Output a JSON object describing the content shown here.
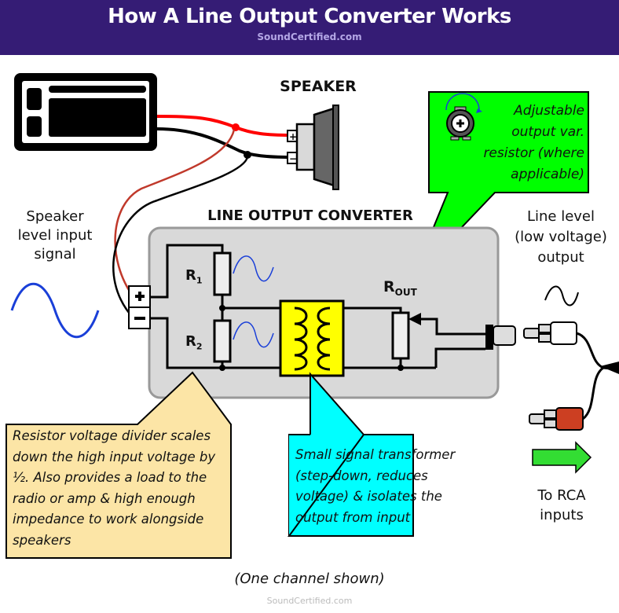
{
  "header": {
    "title": "How A Line Output Converter Works",
    "subtitle": "SoundCertified.com"
  },
  "labels": {
    "speaker": "SPEAKER",
    "converter": "LINE OUTPUT CONVERTER",
    "input_signal": [
      "Speaker",
      "level input",
      "signal"
    ],
    "output_signal": [
      "Line level",
      "(low voltage)",
      "output"
    ],
    "to_rca": [
      "To RCA",
      "inputs"
    ],
    "r1": "R",
    "r1_sub": "1",
    "r2": "R",
    "r2_sub": "2",
    "rout": "R",
    "rout_sub": "OUT",
    "plus": "+",
    "minus": "−"
  },
  "callouts": {
    "pot": [
      "Adjustable",
      "output var.",
      "resistor (where",
      "applicable)"
    ],
    "divider": [
      "Resistor voltage divider scales",
      "down the high input voltage by",
      "½. Also provides a load to the",
      "radio or amp & high enough",
      "impedance to work alongside",
      "speakers"
    ],
    "transformer": [
      "Small signal transformer",
      "(step-down, reduces",
      "voltage) & isolates the",
      "output from input"
    ]
  },
  "colors": {
    "header_bg": "#351c75",
    "pot_callout": "#00ff00",
    "divider_callout": "#fce5a6",
    "transformer_callout": "#00ffff",
    "transformer": "#ffff00",
    "wave": "#1a3fd8",
    "red_wire": "#ff0000",
    "rca_red": "#cc3f22"
  },
  "footer": {
    "note": "(One channel shown)",
    "watermark": "SoundCertified.com"
  }
}
